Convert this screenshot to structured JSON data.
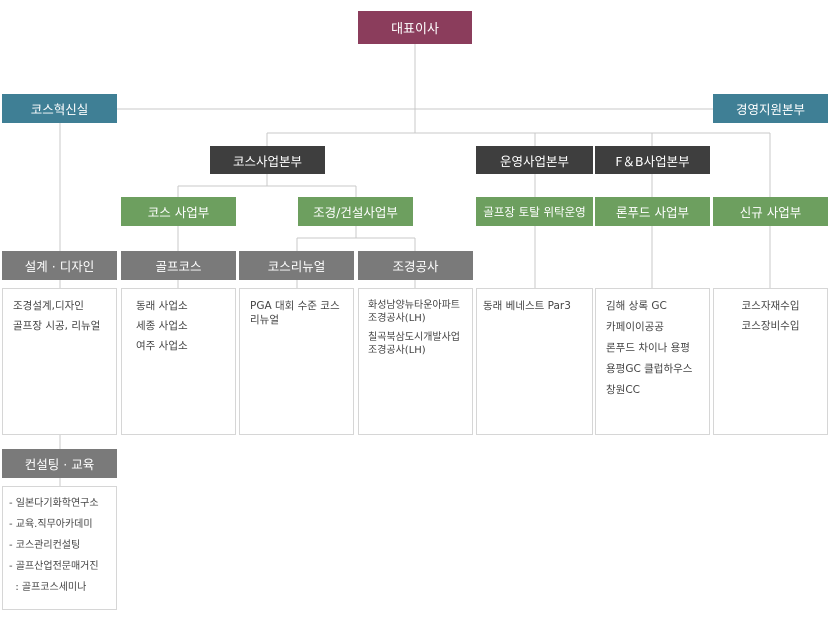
{
  "ceo": "대표이사",
  "innovation": "코스혁신실",
  "management": "경영지원본부",
  "course_hq": "코스사업본부",
  "ops_hq": "운영사업본부",
  "fb_hq": "F＆B사업본부",
  "course_div": "코스 사업부",
  "landscape_div": "조경/건설사업부",
  "consign_div": "골프장 토탈 위탁운영",
  "lonfood_div": "론푸드 사업부",
  "new_div": "신규 사업부",
  "design_team": "설계 · 디자인",
  "golf_team": "골프코스",
  "renewal_team": "코스리뉴얼",
  "construction_team": "조경공사",
  "consulting_team": "컨설팅 · 교육",
  "design_items": [
    "조경설계,디자인",
    "골프장 시공, 리뉴얼"
  ],
  "golf_items": [
    "동래 사업소",
    "세종 사업소",
    "여주 사업소"
  ],
  "renewal_items": [
    "PGA 대회 수준 코스 리뉴얼"
  ],
  "construction_items": [
    "화성남양뉴타운아파트 조경공사(LH)",
    "칠곡북삼도시개발사업 조경공사(LH)"
  ],
  "consign_items": [
    "동래 베네스트 Par3"
  ],
  "lonfood_items": [
    "김해 상록 GC",
    "카페이이공공",
    "론푸드 차이나 용평",
    "용평GC 클럽하우스",
    "창원CC"
  ],
  "new_items": [
    "코스자재수입",
    "코스장비수입"
  ],
  "consulting_items": [
    "- 일본다기화학연구소",
    "- 교육.직무아카데미",
    "- 코스관리컨설팅",
    "- 골프산업전문매거진",
    "  : 골프코스세미나"
  ]
}
